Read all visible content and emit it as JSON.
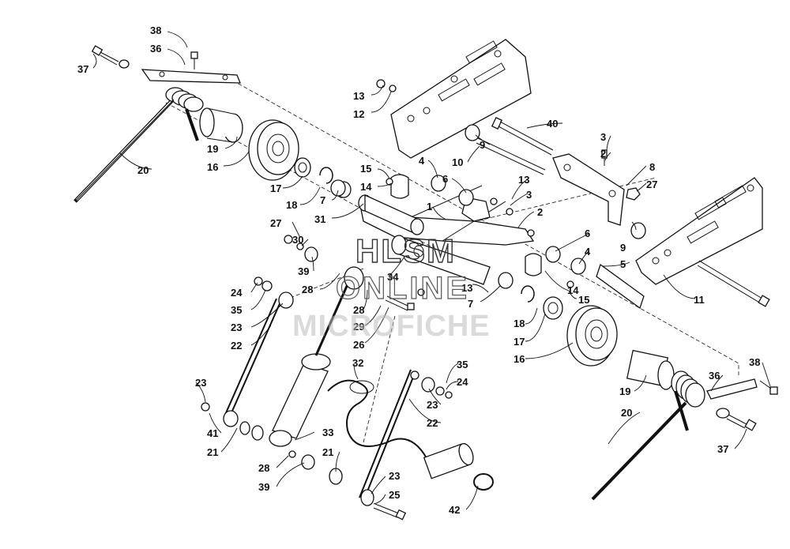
{
  "watermark": {
    "line1": "HLSM",
    "line2": "ONLINE",
    "line3": "MICROFICHE"
  },
  "callouts": {
    "c37a": "37",
    "c38a": "38",
    "c36a": "36",
    "c20a": "20",
    "c19a": "19",
    "c16a": "16",
    "c13a": "13",
    "c12": "12",
    "c40": "40",
    "c3a": "3",
    "c2a": "2",
    "c9a": "9",
    "c10": "10",
    "c15a": "15",
    "c14a": "14",
    "c4a": "4",
    "c6a": "6",
    "c8": "8",
    "c27a": "27",
    "c13b": "13",
    "c3b": "3",
    "c2b": "2",
    "c17a": "17",
    "c18a": "18",
    "c7a": "7",
    "c1": "1",
    "c31": "31",
    "c27b": "27",
    "c30": "30",
    "c39a": "39",
    "c28a": "28",
    "c34": "34",
    "c6b": "6",
    "c4b": "4",
    "c9b": "9",
    "c5": "5",
    "c24a": "24",
    "c35a": "35",
    "c23a": "23",
    "c22a": "22",
    "c28b": "28",
    "c13c": "13",
    "c7b": "7",
    "c29": "29",
    "c26": "26",
    "c14b": "14",
    "c15b": "15",
    "c11": "11",
    "c18b": "18",
    "c17b": "17",
    "c16b": "16",
    "c32": "32",
    "c35b": "35",
    "c24b": "24",
    "c23b": "23",
    "c22b": "22",
    "c19b": "19",
    "c36b": "36",
    "c38b": "38",
    "c20b": "20",
    "c23c": "23",
    "c41": "41",
    "c21a": "21",
    "c33": "33",
    "c28c": "28",
    "c21b": "21",
    "c39b": "39",
    "c23d": "23",
    "c25": "25",
    "c42": "42",
    "c37b": "37"
  }
}
